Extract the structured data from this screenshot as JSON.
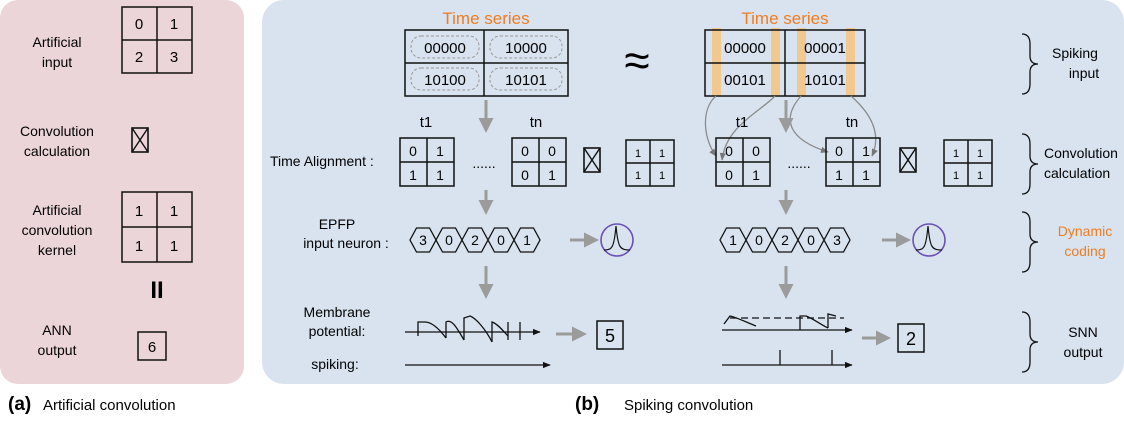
{
  "panel_a": {
    "artificial_input_label": [
      "Artificial",
      "input"
    ],
    "input_grid": [
      "0",
      "1",
      "2",
      "3"
    ],
    "convolution_label": [
      "Convolution",
      "calculation"
    ],
    "kernel_label": [
      "Artificial",
      "convolution",
      "kernel"
    ],
    "kernel_grid": [
      "1",
      "1",
      "1",
      "1"
    ],
    "equals_sign": "II",
    "output_label": [
      "ANN",
      "output"
    ],
    "output_value": "6",
    "caption_letter": "(a)",
    "caption_text": "Artificial convolution"
  },
  "panel_b": {
    "time_series_label": "Time series",
    "left_series": [
      "00000",
      "10000",
      "10100",
      "10101"
    ],
    "right_series": [
      "00000",
      "00001",
      "00101",
      "10101"
    ],
    "approx_symbol": "≈",
    "t1_label": "t1",
    "tn_label": "tn",
    "dots": "......",
    "time_alignment_label": "Time Alignment :",
    "left_t1_grid": [
      "0",
      "1",
      "1",
      "1"
    ],
    "left_tn_grid": [
      "0",
      "0",
      "0",
      "1"
    ],
    "right_t1_grid": [
      "0",
      "0",
      "0",
      "1"
    ],
    "right_tn_grid": [
      "0",
      "1",
      "1",
      "1"
    ],
    "kernel_grid": [
      "1",
      "1",
      "1",
      "1"
    ],
    "epfp_label": [
      "EPFP",
      "input neuron :"
    ],
    "left_epfp_values": [
      "3",
      "0",
      "2",
      "0",
      "1"
    ],
    "right_epfp_values": [
      "1",
      "0",
      "2",
      "0",
      "3"
    ],
    "membrane_label": [
      "Membrane",
      "potential:"
    ],
    "spiking_label": "spiking:",
    "left_output": "5",
    "right_output": "2",
    "brace_labels": {
      "spiking_input": [
        "Spiking",
        "input"
      ],
      "convolution_calc": [
        "Convolution",
        "calculation"
      ],
      "dynamic_coding": [
        "Dynamic",
        "coding"
      ],
      "snn_output": [
        "SNN",
        "output"
      ]
    },
    "caption_letter": "(b)",
    "caption_text": "Spiking convolution"
  },
  "colors": {
    "panel_a_bg": "#ecd5d9",
    "panel_b_bg": "#d9e3f0",
    "accent_orange": "#ee7d22",
    "highlight_orange": "#f4c37e",
    "arrow_gray": "#9b9b9b",
    "neuron_purple": "#6a4fb4"
  }
}
